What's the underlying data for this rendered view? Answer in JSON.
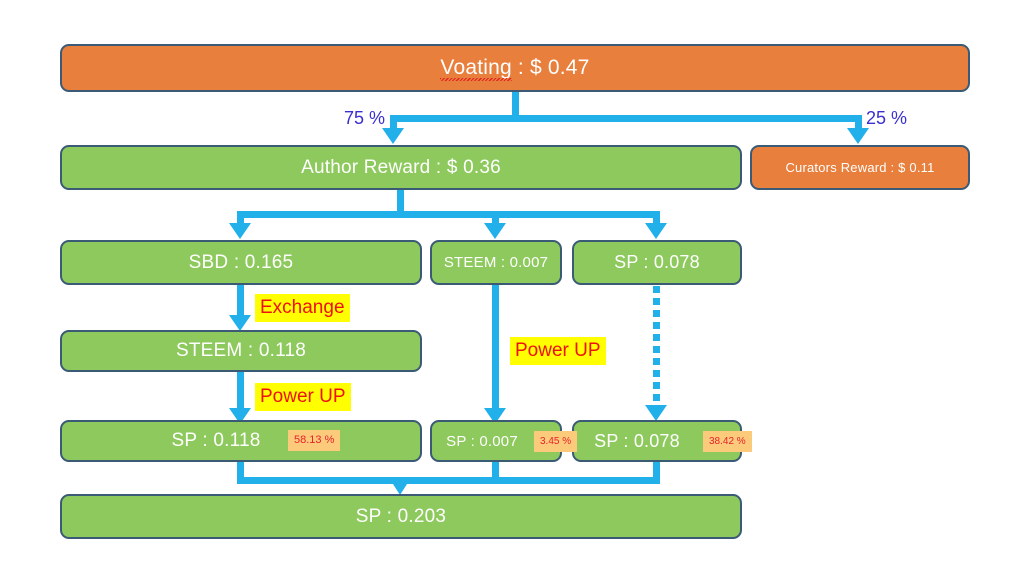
{
  "diagram": {
    "title_node": {
      "text_prefix": "Voating",
      "text_rest": " : $ 0.47"
    },
    "split_labels": {
      "left": "75 %",
      "right": "25 %"
    },
    "author_reward": "Author Reward : $ 0.36",
    "curators_reward": "Curators Reward : $ 0.11",
    "row3": {
      "sbd": "SBD : 0.165",
      "steem": "STEEM : 0.007",
      "sp": "SP : 0.078"
    },
    "tags": {
      "exchange": "Exchange",
      "power_up_left": "Power UP",
      "power_up_middle": "Power UP"
    },
    "steem_converted": "STEEM : 0.118",
    "row5": {
      "sp_left": "SP : 0.118",
      "sp_left_pct": "58.13 %",
      "sp_mid": "SP : 0.007",
      "sp_mid_pct": "3.45 %",
      "sp_right": "SP : 0.078",
      "sp_right_pct": "38.42 %"
    },
    "total": "SP : 0.203",
    "colors": {
      "green": "#8DC95C",
      "orange": "#E87F3C",
      "border": "#3B5A75",
      "connector": "#22B0EB",
      "tag_bg": "#FFFF00",
      "tag_text": "#EE1111",
      "badge_bg": "#FBCB7B",
      "badge_text": "#E8202B",
      "pct_text": "#3A2FD0"
    }
  }
}
